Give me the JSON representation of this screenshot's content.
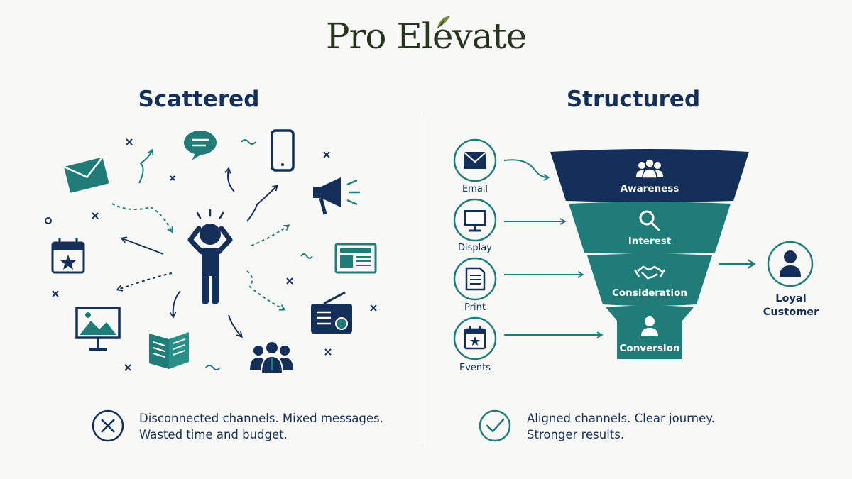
{
  "brand": {
    "name": "Pro Elevate"
  },
  "colors": {
    "navy": "#14305a",
    "teal": "#1f7c79",
    "teal_light": "#2a8f88",
    "logo_green": "#26351f",
    "accent_leaf": "#7a8a3c"
  },
  "left": {
    "title": "Scattered",
    "caption_line1": "Disconnected channels. Mixed messages.",
    "caption_line2": "Wasted time and budget.",
    "icons": [
      "envelope-icon",
      "chat-bubble-icon",
      "smartphone-icon",
      "megaphone-icon",
      "calendar-icon",
      "newspaper-icon",
      "billboard-icon",
      "brochure-icon",
      "radio-icon",
      "group-icon",
      "stressed-person-icon"
    ]
  },
  "right": {
    "title": "Structured",
    "channels": [
      {
        "label": "Email",
        "icon": "envelope-icon"
      },
      {
        "label": "Display",
        "icon": "monitor-icon"
      },
      {
        "label": "Print",
        "icon": "document-icon"
      },
      {
        "label": "Events",
        "icon": "calendar-icon"
      }
    ],
    "funnel": [
      {
        "label": "Awareness",
        "icon": "people-icon",
        "color": "#14305a"
      },
      {
        "label": "Interest",
        "icon": "search-icon",
        "color": "#1f7c79"
      },
      {
        "label": "Consideration",
        "icon": "handshake-icon",
        "color": "#1f7c79"
      },
      {
        "label": "Conversion",
        "icon": "person-icon",
        "color": "#1f7c79"
      }
    ],
    "outcome": {
      "line1": "Loyal",
      "line2": "Customer"
    },
    "caption_line1": "Aligned channels. Clear journey.",
    "caption_line2": "Stronger results."
  }
}
